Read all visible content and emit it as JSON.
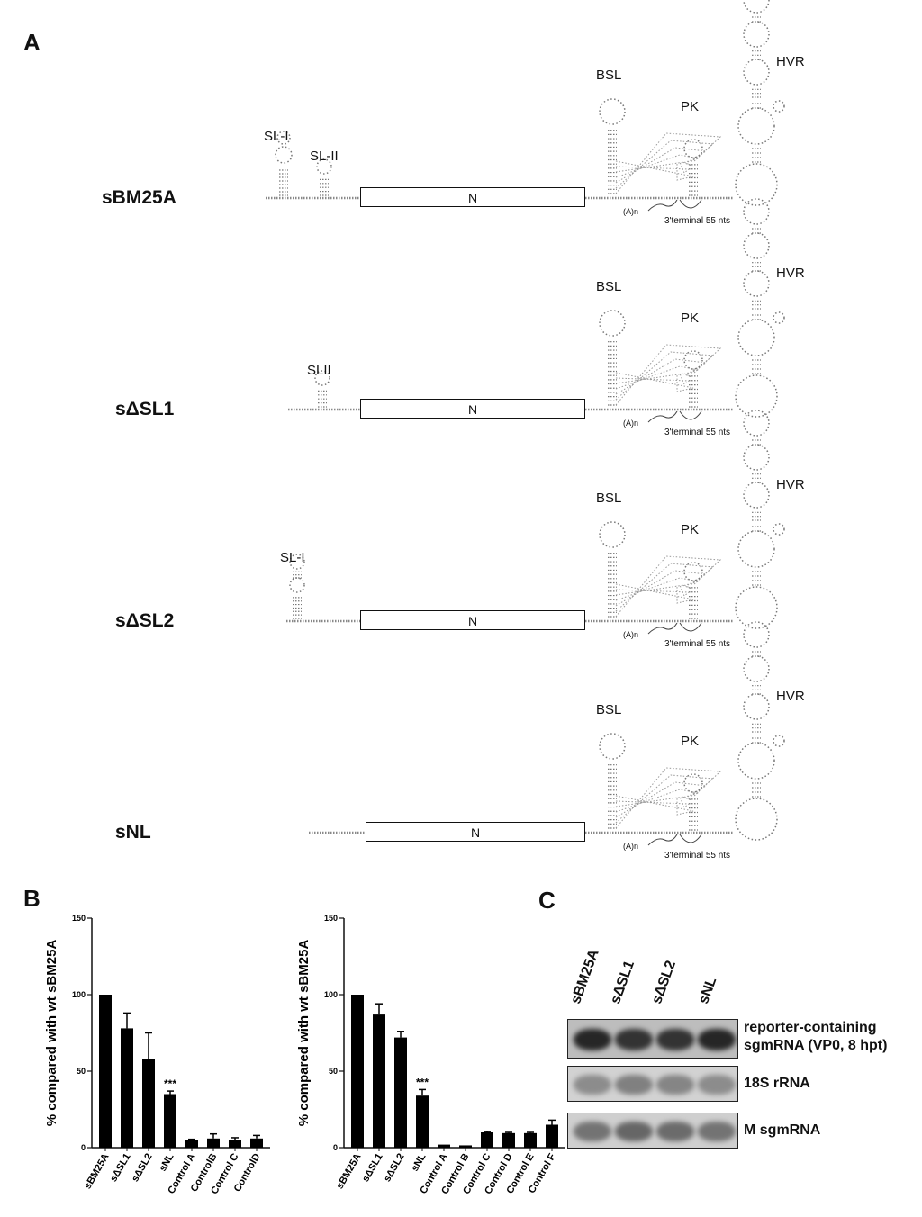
{
  "panels": {
    "a": "A",
    "b": "B",
    "c": "C"
  },
  "constructs": [
    {
      "name": "sBM25A",
      "stem_loops": [
        "SL-I",
        "SL-II"
      ],
      "box": "N",
      "elements": {
        "bsl": "BSL",
        "pk": "PK",
        "hvr": "HVR"
      },
      "polya": "(A)n",
      "tail": "3'terminal 55 nts"
    },
    {
      "name": "sΔSL1",
      "stem_loops": [
        "SLII"
      ],
      "box": "N",
      "elements": {
        "bsl": "BSL",
        "pk": "PK",
        "hvr": "HVR"
      },
      "polya": "(A)n",
      "tail": "3'terminal 55 nts"
    },
    {
      "name": "sΔSL2",
      "stem_loops": [
        "SL-I"
      ],
      "box": "N",
      "elements": {
        "bsl": "BSL",
        "pk": "PK",
        "hvr": "HVR"
      },
      "polya": "(A)n",
      "tail": "3'terminal 55 nts"
    },
    {
      "name": "sNL",
      "stem_loops": [],
      "box": "N",
      "elements": {
        "bsl": "BSL",
        "pk": "PK",
        "hvr": "HVR"
      },
      "polya": "(A)n",
      "tail": "3'terminal 55 nts"
    }
  ],
  "chart_data": [
    {
      "type": "bar",
      "ylabel": "% compared with wt sBM25A",
      "ylim": [
        0,
        150
      ],
      "yticks": [
        0,
        50,
        100,
        150
      ],
      "categories": [
        "sBM25A",
        "sΔSL1",
        "sΔSL2",
        "sNL",
        "Control A",
        "ControlB",
        "Control C",
        "ControlD"
      ],
      "values": [
        100,
        78,
        58,
        35,
        5,
        6,
        5,
        6
      ],
      "errors": [
        0,
        10,
        17,
        2,
        0.5,
        3,
        1.5,
        2
      ],
      "annotations": [
        {
          "category": "sNL",
          "text": "***"
        }
      ]
    },
    {
      "type": "bar",
      "ylabel": "% compared with wt sBM25A",
      "ylim": [
        0,
        150
      ],
      "yticks": [
        0,
        50,
        100,
        150
      ],
      "categories": [
        "sBM25A",
        "sΔSL1",
        "sΔSL2",
        "sNL",
        "Control A",
        "Control B",
        "Control C",
        "Control D",
        "Control E",
        "Control F"
      ],
      "values": [
        100,
        87,
        72,
        34,
        2,
        1.5,
        10,
        9.5,
        9.5,
        15
      ],
      "errors": [
        0,
        7,
        4,
        4,
        0.3,
        0.3,
        0.5,
        0.5,
        0.5,
        3
      ],
      "annotations": [
        {
          "category": "sNL",
          "text": "***"
        }
      ]
    }
  ],
  "blot": {
    "lanes": [
      "sBM25A",
      "sΔSL1",
      "sΔSL2",
      "sNL"
    ],
    "rows": [
      {
        "label_line1": "reporter-containing",
        "label_line2": "sgmRNA (VP0, 8 hpt)",
        "intensity": [
          0.85,
          0.8,
          0.8,
          0.85
        ],
        "background": "#bdbdbd"
      },
      {
        "label_line1": "18S rRNA",
        "label_line2": "",
        "intensity": [
          0.45,
          0.5,
          0.48,
          0.45
        ],
        "background": "#d2d2d2"
      },
      {
        "label_line1": "M sgmRNA",
        "label_line2": "",
        "intensity": [
          0.55,
          0.6,
          0.58,
          0.55
        ],
        "background": "#cfcfcf"
      }
    ]
  }
}
